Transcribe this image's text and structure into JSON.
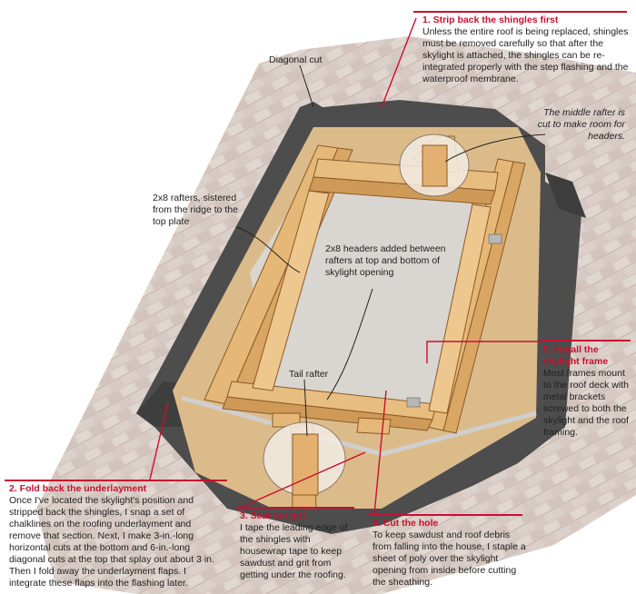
{
  "colors": {
    "accent": "#c8102e",
    "shingle": "#d7c9c2",
    "underlayment": "#4a4a4a",
    "sheathing": "#d9b98a",
    "lumber": "#e3b678",
    "poly": "#d8d4cf"
  },
  "steps": [
    {
      "heading": "1. Strip back the shingles first",
      "body": "Unless the entire roof is being replaced, shingles must be removed carefully so that after the skylight is attached, the shingles can be re-integrated properly with the step flashing and the waterproof membrane."
    },
    {
      "heading": "2. Fold back the underlayment",
      "body": "Once I've located the skylight's position and stripped back the shingles, I snap a set of chalklines on the roofing underlayment and remove that section. Next, I make 3-in.-long horizontal cuts at the bottom and 6-in.-long diagonal cuts at the top that splay out about 3 in. Then I fold away the underlayment flaps. I integrate these flaps into the flashing later."
    },
    {
      "heading": "3. Seal out grit",
      "body": "I tape the leading edge of the shingles with housewrap tape to keep sawdust and grit from getting under the roofing."
    },
    {
      "heading": "4. Cut the hole",
      "body": "To keep sawdust and roof debris from falling into the house, I staple a sheet of poly over the skylight opening from inside before cutting the sheathing."
    },
    {
      "heading": "5. Install the skylight frame",
      "body": "Most frames mount to the roof deck with metal brackets screwed to both the skylight and the roof framing."
    }
  ],
  "labels": {
    "diagonal_cut": "Diagonal cut",
    "middle_rafter": "The middle rafter is cut to make room for headers.",
    "rafters": "2x8 rafters, sistered from the ridge to the top plate",
    "headers": "2x8 headers added between rafters at top and bottom of skylight opening",
    "tail_rafter": "Tail rafter"
  }
}
